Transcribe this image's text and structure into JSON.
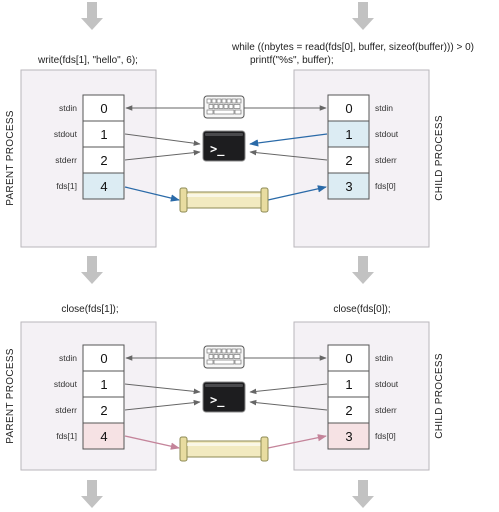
{
  "labels": {
    "parent_process": "PARENT PROCESS",
    "child_process": "CHILD PROCESS"
  },
  "top": {
    "parent_code": "write(fds[1], \"hello\", 6);",
    "child_code_line1": "while ((nbytes = read(fds[0], buffer, sizeof(buffer))) > 0)",
    "child_code_line2": "printf(\"%s\", buffer);",
    "parent_fds": [
      {
        "name": "stdin",
        "value": "0"
      },
      {
        "name": "stdout",
        "value": "1"
      },
      {
        "name": "stderr",
        "value": "2"
      },
      {
        "name": "fds[1]",
        "value": "4"
      }
    ],
    "child_fds": [
      {
        "name": "stdin",
        "value": "0"
      },
      {
        "name": "stdout",
        "value": "1"
      },
      {
        "name": "stderr",
        "value": "2"
      },
      {
        "name": "fds[0]",
        "value": "3"
      }
    ]
  },
  "bottom": {
    "parent_code": "close(fds[1]);",
    "child_code": "close(fds[0]);",
    "parent_fds": [
      {
        "name": "stdin",
        "value": "0"
      },
      {
        "name": "stdout",
        "value": "1"
      },
      {
        "name": "stderr",
        "value": "2"
      },
      {
        "name": "fds[1]",
        "value": "4"
      }
    ],
    "child_fds": [
      {
        "name": "stdin",
        "value": "0"
      },
      {
        "name": "stdout",
        "value": "1"
      },
      {
        "name": "stderr",
        "value": "2"
      },
      {
        "name": "fds[0]",
        "value": "3"
      }
    ]
  },
  "terminal_prompt": ">_",
  "colors": {
    "panel_fill": "#f4f1f5",
    "panel_stroke": "#b9b6bb",
    "arrow_gray": "#666666",
    "arrow_blue": "#2a6aa8",
    "arrow_pink": "#c4849a",
    "cell_blue": "#dcecf3",
    "cell_pink": "#f6e2e4",
    "flow_arrow": "#c2c2c2",
    "pipe_fill": "#f2eac0",
    "pipe_stroke": "#8d8a55"
  }
}
